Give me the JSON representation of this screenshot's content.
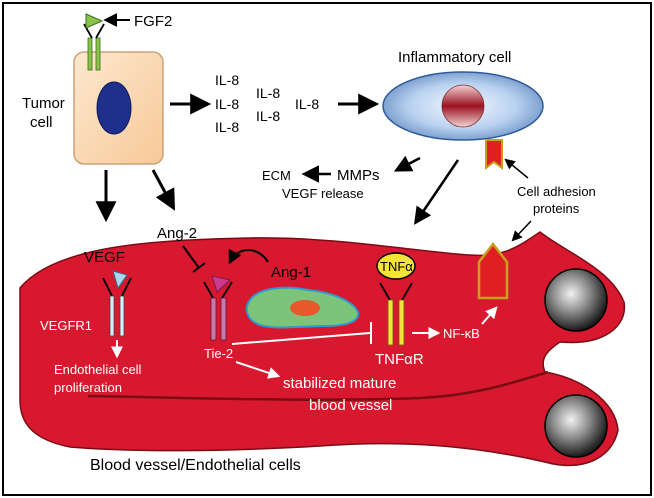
{
  "labels": {
    "fgf2": "FGF2",
    "tumor_cell_line1": "Tumor",
    "tumor_cell_line2": "cell",
    "il8": "IL-8",
    "inflammatory_cell": "Inflammatory cell",
    "ecm": "ECM",
    "mmps": "MMPs",
    "vegf_release": "VEGF release",
    "cell_adhesion_line1": "Cell adhesion",
    "cell_adhesion_line2": "proteins",
    "vegf": "VEGF",
    "ang2": "Ang-2",
    "ang1": "Ang-1",
    "tnfa": "TNFα",
    "vegfr1": "VEGFR1",
    "tie2": "Tie-2",
    "tnfar": "TNFαR",
    "nfkb": "NF-κB",
    "endothelial_line1": "Endothelial cell",
    "endothelial_line2": "proliferation",
    "stabilized_line1": "stabilized mature",
    "stabilized_line2": "blood vessel",
    "blood_vessel": "Blood vessel/Endothelial cells"
  },
  "colors": {
    "vessel": "#d8182e",
    "tumor_cell": "#fbdcb8",
    "nucleus": "#1e2f8c",
    "inflammatory_cell": "#c8dcf2",
    "ang1_cell": "#7cc47a",
    "tnfa": "#f6e33a",
    "fgf2": "#8ac34a",
    "vegf": "#a9d8ec",
    "ang2": "#cc3a8e"
  }
}
